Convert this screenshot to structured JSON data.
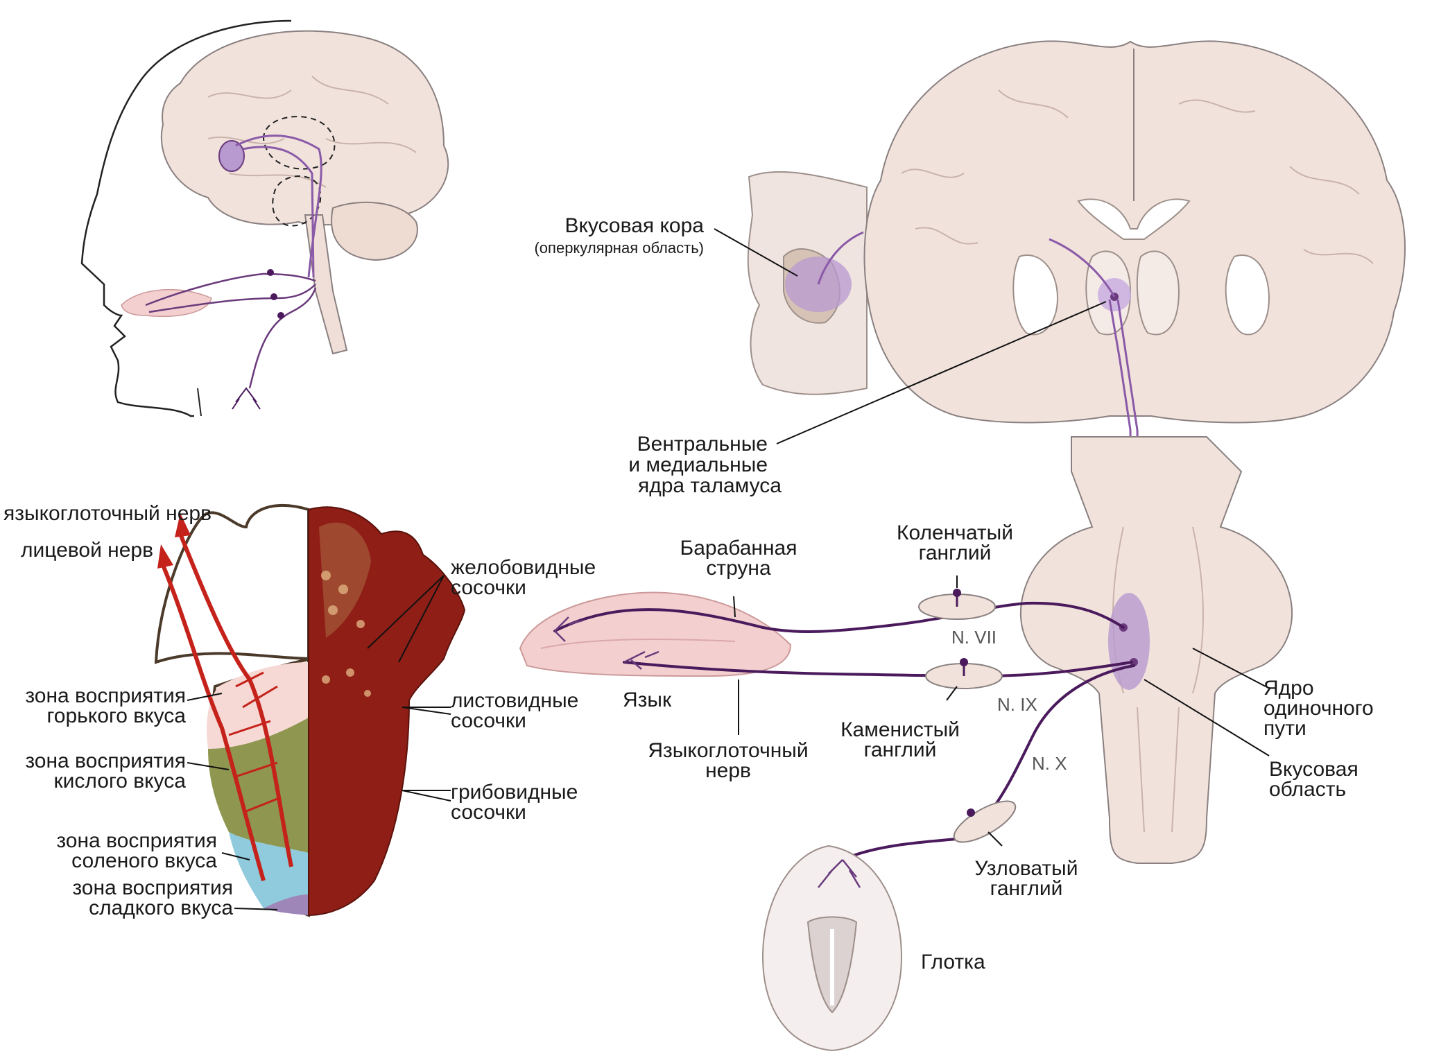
{
  "colors": {
    "brain": "#f1e2dc",
    "brain_outline": "#8a8080",
    "brain_deep": "#d7c2b6",
    "nerve": "#4a1a5c",
    "taste_area": "#b89ad0",
    "tongue_pink": "#f3cfd0",
    "tongue_red": "#8e1e16",
    "zone_bitter": "#f6d8d4",
    "zone_sour": "#8e9650",
    "zone_salty": "#8fcbdc",
    "zone_sweet": "#9f86b8",
    "red_nerve": "#c4221a"
  },
  "labels": {
    "taste_cortex": "Вкусовая кора",
    "taste_cortex_sub": "(оперкулярная область)",
    "thalamus_1": "Вентральные",
    "thalamus_2": "и медиальные",
    "thalamus_3": "ядра таламуса",
    "glossopharyngeal_nerve_red": "языкоглоточный нерв",
    "facial_nerve_red": "лицевой нерв",
    "vallate_1": "желобовидные",
    "vallate_2": "сосочки",
    "foliate_1": "листовидные",
    "foliate_2": "сосочки",
    "fungiform_1": "грибовидные",
    "fungiform_2": "сосочки",
    "bitter_1": "зона восприятия",
    "bitter_2": "горького вкуса",
    "sour_1": "зона восприятия",
    "sour_2": "кислого вкуса",
    "salty_1": "зона восприятия",
    "salty_2": "соленого вкуса",
    "sweet_1": "зона восприятия",
    "sweet_2": "сладкого вкуса",
    "chorda_1": "Барабанная",
    "chorda_2": "струна",
    "geniculate_1": "Коленчатый",
    "geniculate_2": "ганглий",
    "n7": "N. VII",
    "n9": "N. IX",
    "n10": "N. X",
    "tongue": "Язык",
    "glosso_1": "Языкоглоточный",
    "glosso_2": "нерв",
    "petrosal_1": "Каменистый",
    "petrosal_2": "ганглий",
    "nodose_1": "Узловатый",
    "nodose_2": "ганглий",
    "solitary_1": "Ядро",
    "solitary_2": "одиночного",
    "solitary_3": "пути",
    "taste_area_1": "Вкусовая",
    "taste_area_2": "область",
    "pharynx": "Глотка"
  }
}
